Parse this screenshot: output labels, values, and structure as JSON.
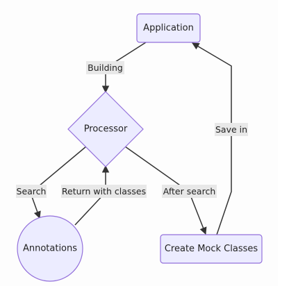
{
  "diagram": {
    "nodes": {
      "application": "Application",
      "processor": "Processor",
      "annotations": "Annotations",
      "create_mock_classes": "Create Mock Classes"
    },
    "edges": {
      "building": "Building",
      "search": "Search",
      "return_with_classes": "Return with classes",
      "after_search": "After search",
      "save_in": "Save in"
    }
  },
  "colors": {
    "node_fill": "#ECECFF",
    "node_stroke": "#9370DB",
    "edge": "#333333",
    "label_bg": "#E8E8E8"
  }
}
